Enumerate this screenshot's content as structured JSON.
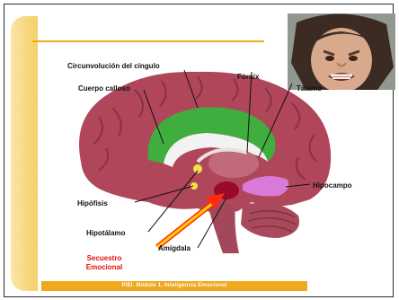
{
  "labels": {
    "circunvolucion": "Circunvolución del cíngulo",
    "cuerpo_calloso": "Cuerpo calloso",
    "fornix": "Fórnix",
    "talamo": "Tálamo",
    "hipocampo": "Hipocampo",
    "hipofisis": "Hipófisis",
    "hipotalamo": "Hipotálamo",
    "amigdala": "Amígdala"
  },
  "annotation": {
    "line1": "Secuestro",
    "line2": "Emocional"
  },
  "footer": "PIEI. Módulo 1. Inteligencia Emocional",
  "colors": {
    "accent_bar": "#f0a81c",
    "left_bar": "#f7d77e",
    "annotation_red": "#e01010",
    "arrow_yellow": "#ffd400"
  }
}
